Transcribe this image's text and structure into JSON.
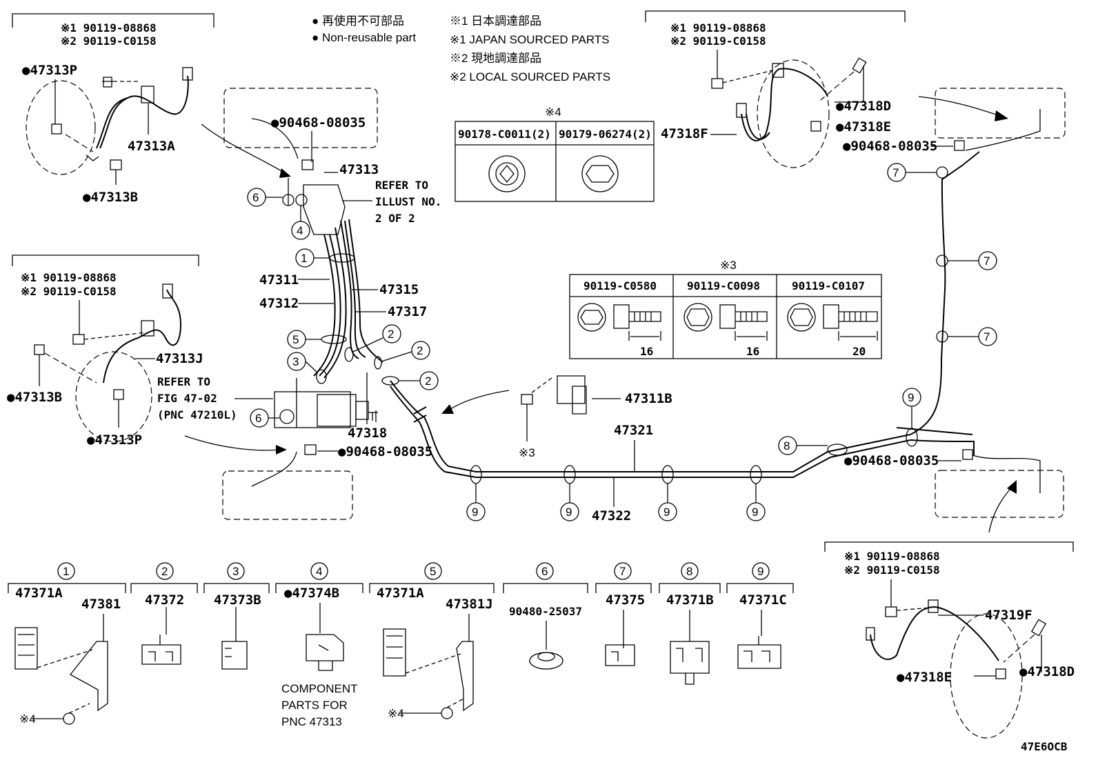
{
  "legend": {
    "line1": "● 再使用不可部品",
    "line2": "● Non-reusable part",
    "line3": "※1 日本調達部品",
    "line4": "※1 JAPAN SOURCED PARTS",
    "line5": "※2 現地調達部品",
    "line6": "※2 LOCAL SOURCED PARTS"
  },
  "box_tl": {
    "a": "※1 90119-08868",
    "b": "※2 90119-C0158"
  },
  "box_ml": {
    "a": "※1 90119-08868",
    "b": "※2 90119-C0158"
  },
  "box_tr": {
    "a": "※1 90119-08868",
    "b": "※2 90119-C0158"
  },
  "box_br": {
    "a": "※1 90119-08868",
    "b": "※2 90119-C0158"
  },
  "table4": {
    "title": "※4",
    "c1": "90178-C0011(2)",
    "c2": "90179-06274(2)"
  },
  "table3": {
    "title": "※3",
    "c1": "90119-C0580",
    "c2": "90119-C0098",
    "c3": "90119-C0107",
    "d1": "16",
    "d2": "16",
    "d3": "20"
  },
  "labels": {
    "p47313P_a": "●47313P",
    "p47313A": "47313A",
    "p47313B_a": "●47313B",
    "p47313J": "47313J",
    "p47313B_b": "●47313B",
    "p47313P_b": "●47313P",
    "p90468_a": "●90468-08035",
    "p47313": "47313",
    "refer_a1": "REFER TO",
    "refer_a2": "ILLUST NO.",
    "refer_a3": "2 OF 2",
    "refer_b1": "REFER TO",
    "refer_b2": "FIG 47-02",
    "refer_b3": "(PNC 47210L)",
    "p47311": "47311",
    "p47312": "47312",
    "p47315": "47315",
    "p47317": "47317",
    "p47318": "47318",
    "p90468_b": "●90468-08035",
    "p47311B": "47311B",
    "star3": "※3",
    "p47321": "47321",
    "p47322": "47322",
    "p47318F": "47318F",
    "p47318D_a": "●47318D",
    "p47318E_a": "●47318E",
    "p90468_c": "●90468-08035",
    "p90468_d": "●90468-08035",
    "p47319F": "47319F",
    "p47318E_b": "●47318E",
    "p47318D_b": "●47318D",
    "diagram_code": "47E6OCB"
  },
  "callouts": {
    "n1": "1",
    "n2": "2",
    "n3": "3",
    "n4": "4",
    "n5": "5",
    "n6": "6",
    "n7": "7",
    "n8": "8",
    "n9": "9"
  },
  "components": [
    {
      "num": "1",
      "a": "47371A",
      "b": "47381"
    },
    {
      "num": "2",
      "a": "47372"
    },
    {
      "num": "3",
      "a": "47373B"
    },
    {
      "num": "4",
      "a": "●47374B",
      "n1": "COMPONENT",
      "n2": "PARTS FOR",
      "n3": "PNC 47313"
    },
    {
      "num": "5",
      "a": "47371A",
      "b": "47381J"
    },
    {
      "num": "6",
      "a": "90480-25037"
    },
    {
      "num": "7",
      "a": "47375"
    },
    {
      "num": "8",
      "a": "47371B"
    },
    {
      "num": "9",
      "a": "47371C"
    }
  ],
  "comp_notes": {
    "s4a": "※4",
    "s4b": "※4"
  }
}
